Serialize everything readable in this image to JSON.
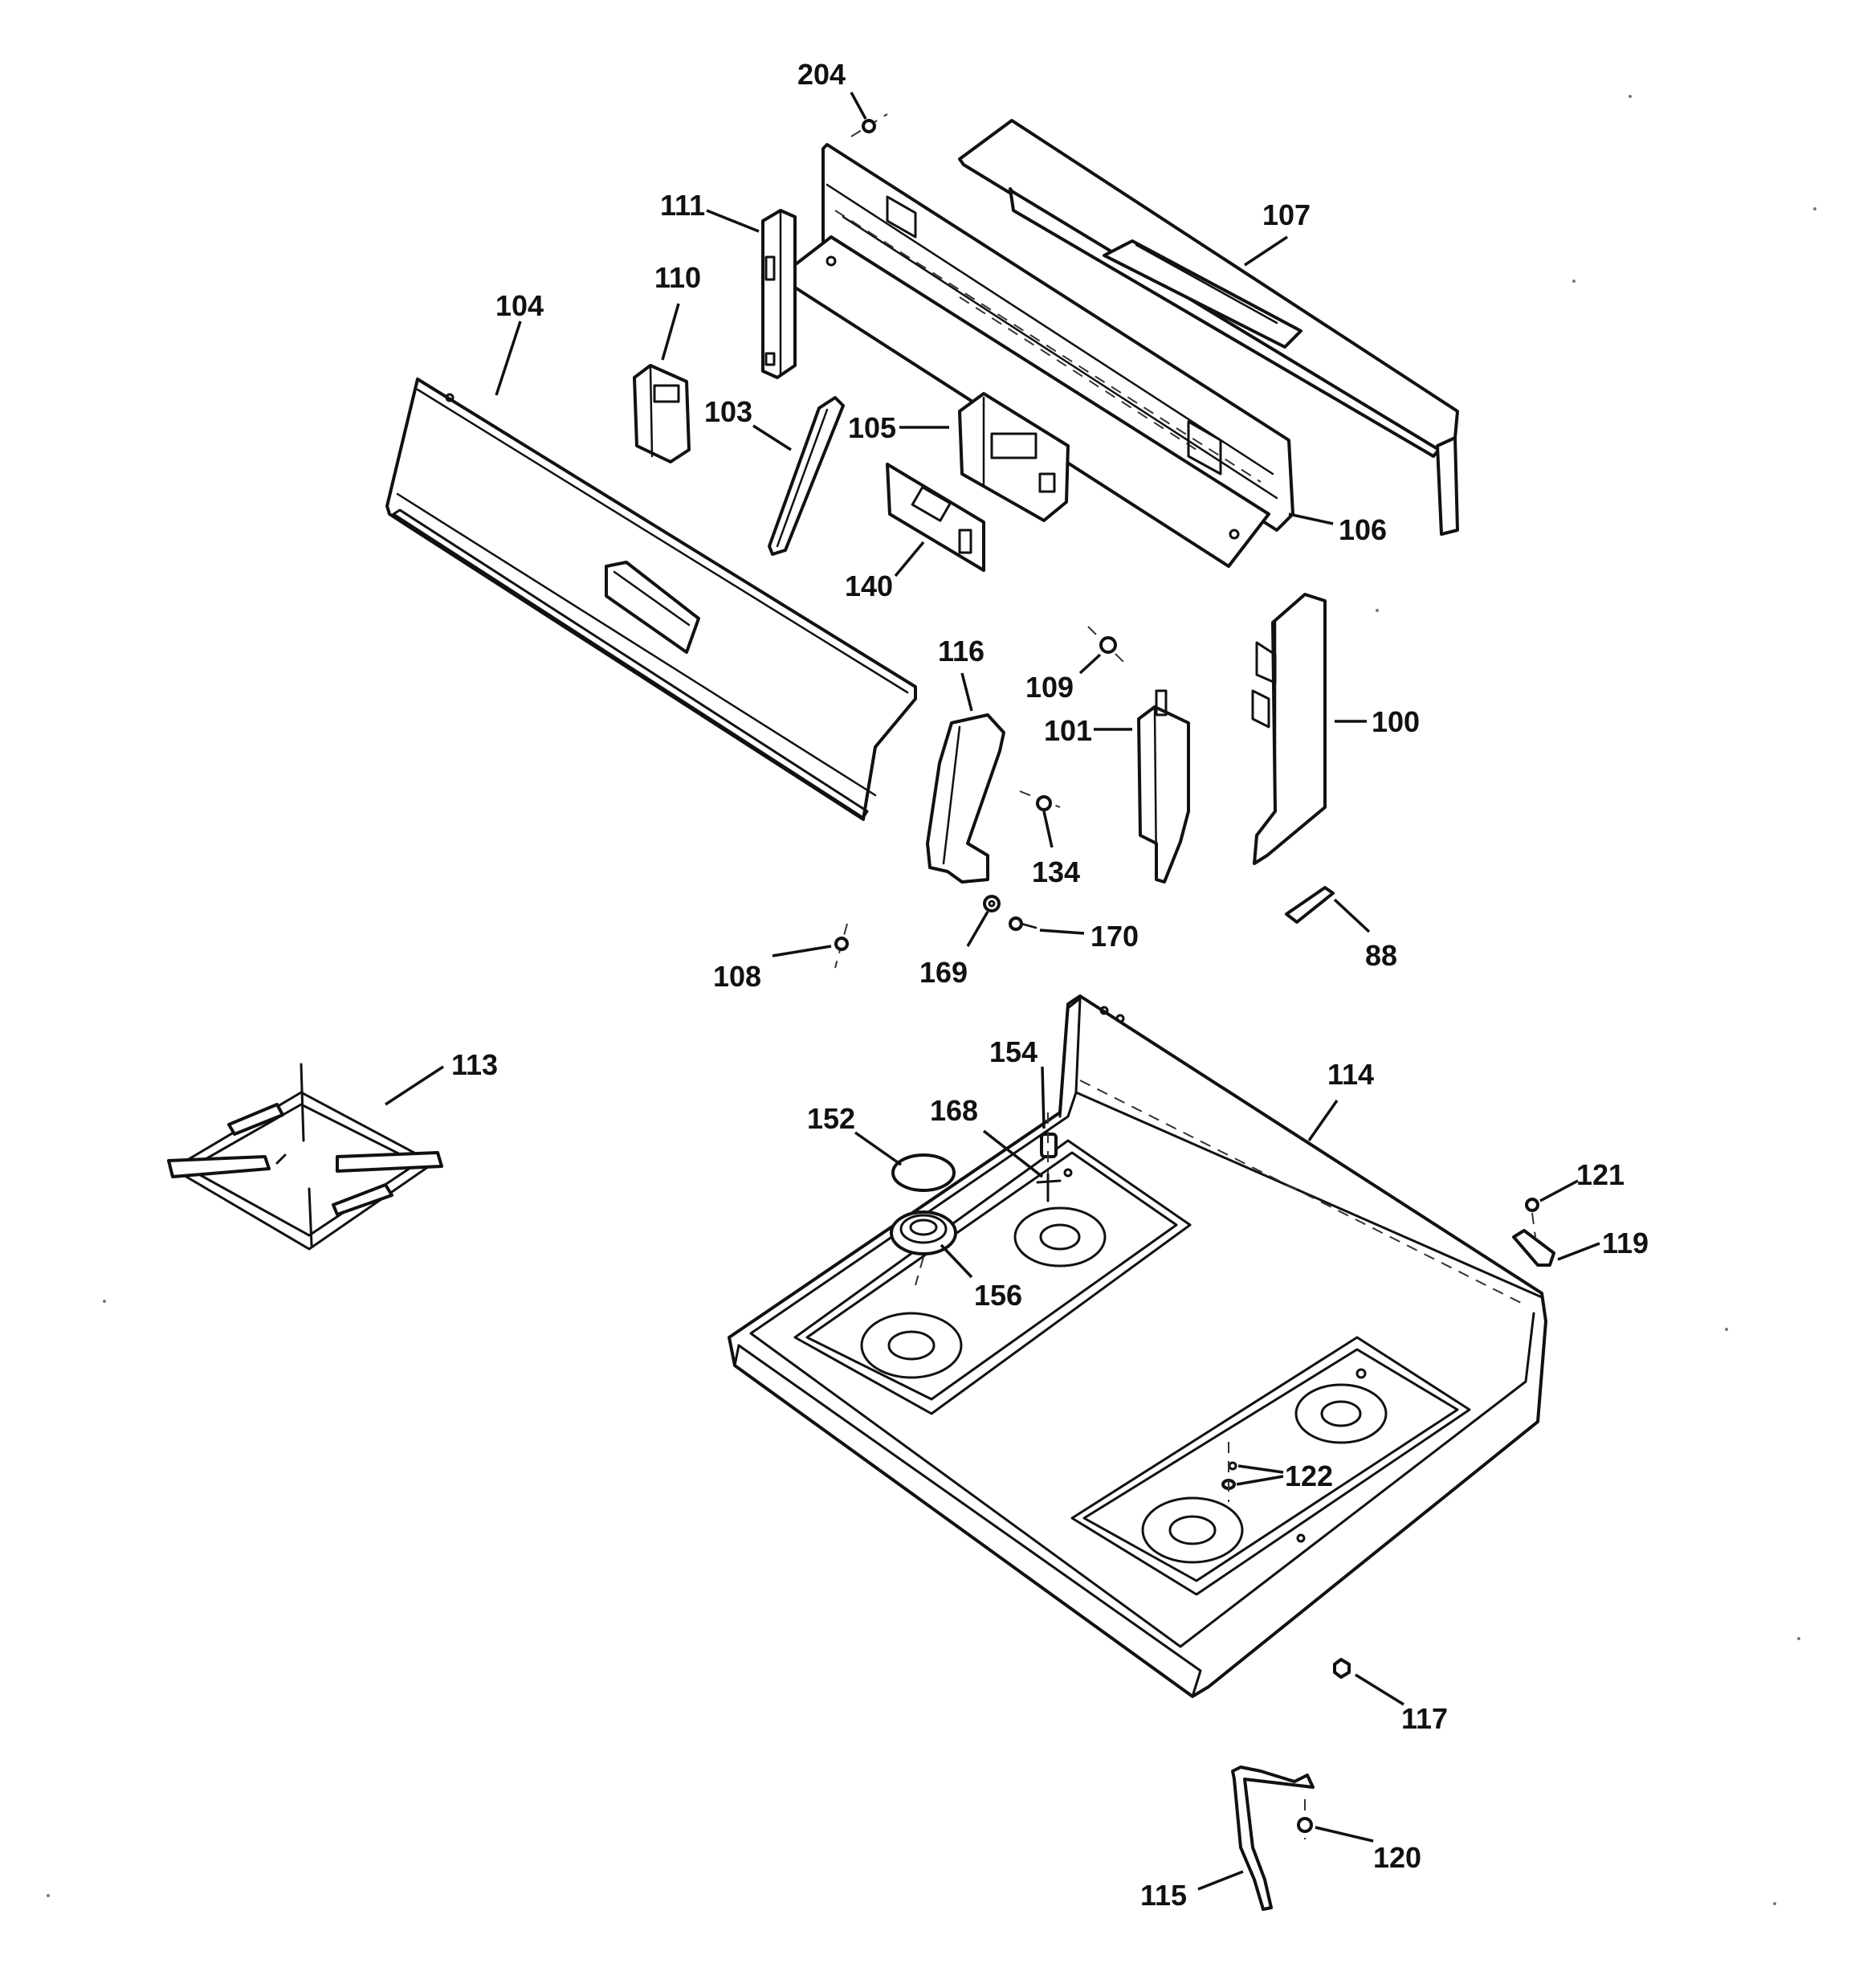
{
  "callouts": {
    "c204": "204",
    "c111": "111",
    "c107": "107",
    "c110": "110",
    "c104": "104",
    "c103": "103",
    "c105": "105",
    "c106": "106",
    "c140": "140",
    "c116": "116",
    "c109": "109",
    "c101": "101",
    "c100": "100",
    "c134": "134",
    "c108": "108",
    "c169": "169",
    "c170": "170",
    "c88": "88",
    "c113": "113",
    "c154": "154",
    "c114": "114",
    "c152": "152",
    "c168": "168",
    "c156": "156",
    "c121": "121",
    "c119": "119",
    "c122": "122",
    "c117": "117",
    "c120": "120",
    "c115": "115"
  }
}
